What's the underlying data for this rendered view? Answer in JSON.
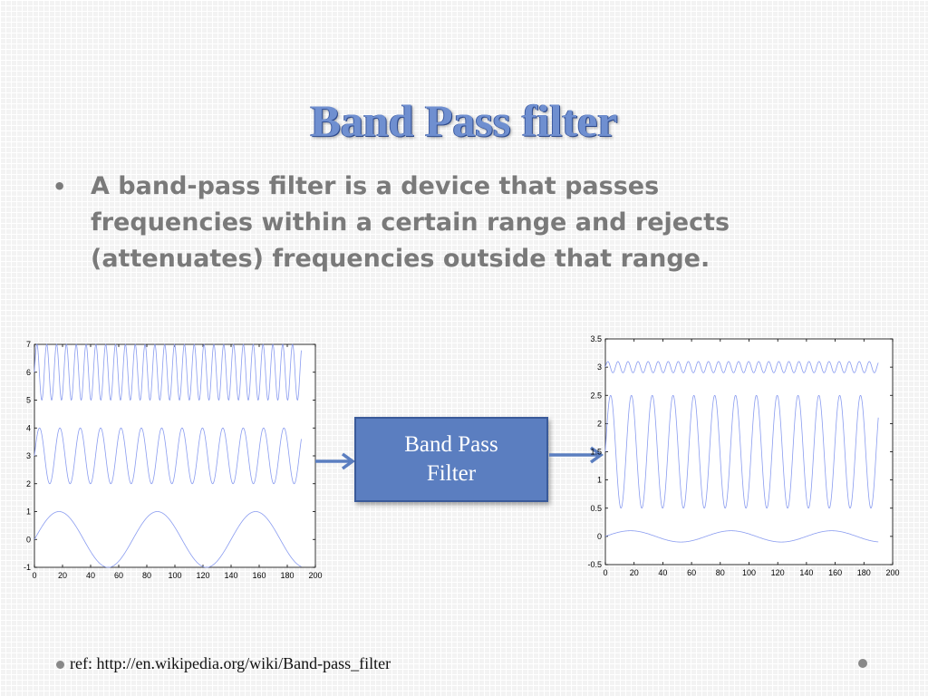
{
  "slide": {
    "title": "Band Pass filter",
    "bullet_text": "A band-pass filter is a device that passes frequencies within a certain range and rejects (attenuates) frequencies outside that range.",
    "filter_label": "Band Pass Filter",
    "reference": "ref: http://en.wikipedia.org/wiki/Band-pass_filter",
    "colors": {
      "title": "#6f8fd0",
      "box": "#5b7ec0",
      "arrow": "#5b7ec0",
      "trace": "#8a9cf0"
    }
  },
  "chart_data": [
    {
      "type": "line",
      "xlim": [
        0,
        200
      ],
      "ylim": [
        -1,
        7
      ],
      "x_ticks": [
        "0",
        "20",
        "40",
        "60",
        "80",
        "100",
        "120",
        "140",
        "160",
        "180",
        "200"
      ],
      "y_ticks": [
        "-1",
        "0",
        "1",
        "2",
        "3",
        "4",
        "5",
        "6",
        "7"
      ],
      "series": [
        {
          "offset": 6,
          "amplitude": 1,
          "period": 7,
          "x_end": 190
        },
        {
          "offset": 3,
          "amplitude": 1,
          "period": 14.5,
          "x_end": 190
        },
        {
          "offset": 0,
          "amplitude": 1,
          "period": 70,
          "x_end": 190
        }
      ]
    },
    {
      "type": "line",
      "xlim": [
        0,
        200
      ],
      "ylim": [
        -0.5,
        3.5
      ],
      "x_ticks": [
        "0",
        "20",
        "40",
        "60",
        "80",
        "100",
        "120",
        "140",
        "160",
        "180",
        "200"
      ],
      "y_ticks": [
        "-0.5",
        "0",
        "0.5",
        "1",
        "1.5",
        "2",
        "2.5",
        "3",
        "3.5"
      ],
      "series": [
        {
          "offset": 3,
          "amplitude": 0.1,
          "period": 7,
          "x_end": 190
        },
        {
          "offset": 1.5,
          "amplitude": 1,
          "period": 14.5,
          "x_end": 190
        },
        {
          "offset": 0,
          "amplitude": 0.1,
          "period": 70,
          "x_end": 190
        }
      ]
    }
  ]
}
